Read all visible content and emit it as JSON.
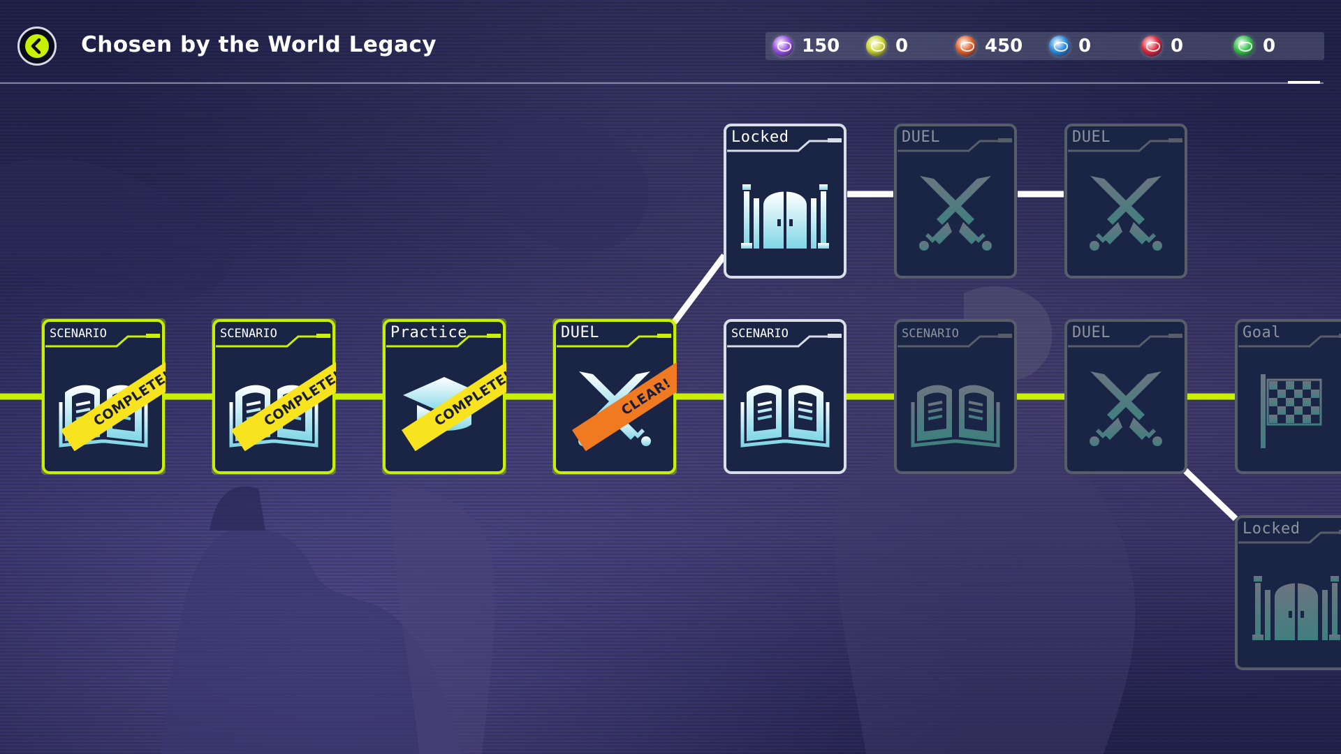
{
  "header": {
    "title": "Chosen by the World Legacy"
  },
  "currencies": [
    {
      "icon": "purple-orb-icon",
      "color": "#9a55e0",
      "value": "150"
    },
    {
      "icon": "yellow-orb-icon",
      "color": "#c9d430",
      "value": "0"
    },
    {
      "icon": "orange-orb-icon",
      "color": "#e0652e",
      "value": "450"
    },
    {
      "icon": "blue-orb-icon",
      "color": "#2f8fe0",
      "value": "0"
    },
    {
      "icon": "red-orb-icon",
      "color": "#e02a3f",
      "value": "0"
    },
    {
      "icon": "green-orb-icon",
      "color": "#35c24a",
      "value": "0"
    }
  ],
  "colors": {
    "path_active": "#c8f000",
    "path_pending": "#ffffff",
    "node_fill": "#1a2444",
    "node_border_active": "#c8f000",
    "node_border_open": "#d9dde8",
    "node_border_dim": "#585d6a"
  },
  "nodes": [
    {
      "id": "n1",
      "type": "SCENARIO",
      "icon": "book-icon",
      "state": "completed",
      "ribbon": "COMPLETE!!"
    },
    {
      "id": "n2",
      "type": "SCENARIO",
      "icon": "book-icon",
      "state": "completed",
      "ribbon": "COMPLETE!!"
    },
    {
      "id": "n3",
      "type": "Practice",
      "icon": "graduation-cap-icon",
      "state": "completed",
      "ribbon": "COMPLETE!!"
    },
    {
      "id": "n4",
      "type": "DUEL",
      "icon": "crossed-swords-icon",
      "state": "cleared",
      "ribbon": "CLEAR!"
    },
    {
      "id": "n5",
      "type": "SCENARIO",
      "icon": "book-icon",
      "state": "available",
      "ribbon": ""
    },
    {
      "id": "n6",
      "type": "Locked",
      "icon": "locked-gate-icon",
      "state": "available",
      "ribbon": ""
    },
    {
      "id": "n7",
      "type": "DUEL",
      "icon": "crossed-swords-icon",
      "state": "unavailable",
      "ribbon": ""
    },
    {
      "id": "n8",
      "type": "DUEL",
      "icon": "crossed-swords-icon",
      "state": "unavailable",
      "ribbon": ""
    },
    {
      "id": "n9",
      "type": "SCENARIO",
      "icon": "book-icon",
      "state": "unavailable",
      "ribbon": ""
    },
    {
      "id": "n10",
      "type": "DUEL",
      "icon": "crossed-swords-icon",
      "state": "unavailable",
      "ribbon": ""
    },
    {
      "id": "n11",
      "type": "Goal",
      "icon": "checkered-flag-icon",
      "state": "unavailable",
      "ribbon": ""
    },
    {
      "id": "n12",
      "type": "Locked",
      "icon": "locked-gate-icon",
      "state": "unavailable",
      "ribbon": ""
    }
  ]
}
